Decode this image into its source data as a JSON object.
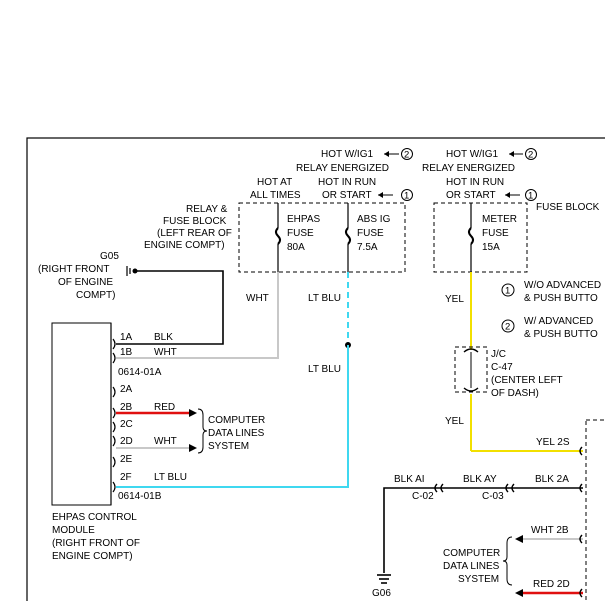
{
  "colors": {
    "wire_red": "#e01010",
    "wire_cyan": "#3fd8f0",
    "wire_yellow": "#f2e000",
    "wire_white": "#c8c8c8",
    "wire_black": "#000000"
  },
  "power_labels": {
    "ehpas_abs_hot_ig1": "HOT W/IG1",
    "ehpas_abs_relay": "RELAY ENERGIZED",
    "ehpas_abs_note": "2",
    "meter_hot_ig1": "HOT W/IG1",
    "meter_relay": "RELAY ENERGIZED",
    "meter_note": "2",
    "hot_at": "HOT AT",
    "all_times": "ALL TIMES",
    "abs_hot_in_run": "HOT IN RUN",
    "abs_or_start": "OR START",
    "abs_note": "1",
    "meter_hot_in_run": "HOT IN RUN",
    "meter_or_start": "OR START",
    "meter_note2": "1"
  },
  "relay_fuse_block": {
    "label_lines": [
      "RELAY &",
      "FUSE BLOCK",
      "(LEFT REAR OF",
      "ENGINE COMPT)"
    ],
    "fuses": [
      {
        "lines": [
          "EHPAS",
          "FUSE",
          "80A"
        ]
      },
      {
        "lines": [
          "ABS IG",
          "FUSE",
          "7.5A"
        ]
      }
    ]
  },
  "fuse_block": {
    "label": "FUSE BLOCK",
    "fuse": {
      "lines": [
        "METER",
        "FUSE",
        "15A"
      ]
    }
  },
  "notes": [
    {
      "num": "1",
      "text": [
        "W/O ADVANCED",
        "& PUSH BUTTO"
      ]
    },
    {
      "num": "2",
      "text": [
        "W/ ADVANCED",
        "& PUSH BUTTO"
      ]
    }
  ],
  "ground_g05": {
    "lines": [
      "G05",
      "(RIGHT FRONT",
      "OF ENGINE",
      "COMPT)"
    ]
  },
  "ground_g06": {
    "label": "G06"
  },
  "wire_labels": {
    "wht_vertical": "WHT",
    "ltblu_vertical": "LT BLU",
    "ltblu_lower": "LT BLU",
    "yel_upper": "YEL",
    "yel_lower": "YEL"
  },
  "junction_jc": {
    "lines": [
      "J/C",
      "C-47",
      "(CENTER LEFT",
      "OF DASH)"
    ]
  },
  "ehpas_module": {
    "connector_a": "0614-01A",
    "connector_b": "0614-01B",
    "pins": [
      {
        "pin": "1A",
        "wire": "BLK"
      },
      {
        "pin": "1B",
        "wire": "WHT"
      },
      {
        "pin": "2A",
        "wire": ""
      },
      {
        "pin": "2B",
        "wire": "RED"
      },
      {
        "pin": "2C",
        "wire": ""
      },
      {
        "pin": "2D",
        "wire": "WHT"
      },
      {
        "pin": "2E",
        "wire": ""
      },
      {
        "pin": "2F",
        "wire": "LT BLU"
      }
    ],
    "label_lines": [
      "EHPAS CONTROL",
      "MODULE",
      "(RIGHT FRONT OF",
      "ENGINE COMPT)"
    ]
  },
  "computer_data_lines": {
    "lines": [
      "COMPUTER",
      "DATA LINES",
      "SYSTEM"
    ]
  },
  "computer_data_lines_2": {
    "lines": [
      "COMPUTER",
      "DATA LINES",
      "SYSTEM"
    ]
  },
  "bottom_wires": {
    "blk_ai": "BLK  AI",
    "c02": "C-02",
    "blk_ay": "BLK  AY",
    "c03": "C-03",
    "blk_2a": "BLK  2A",
    "yel_2s": "YEL  2S",
    "wht_2b": "WHT  2B",
    "red_2d": "RED  2D"
  }
}
